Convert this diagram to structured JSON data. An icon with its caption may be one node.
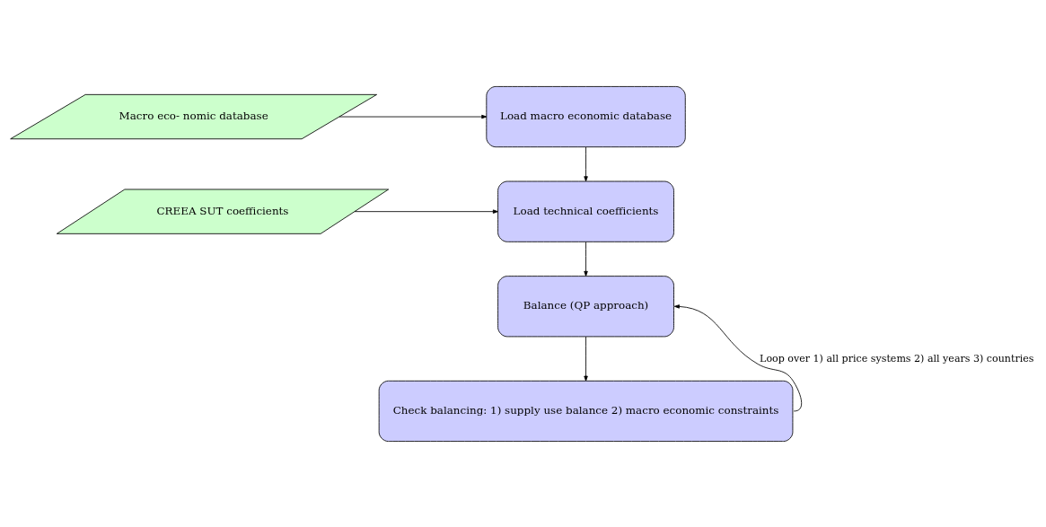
{
  "diagram": {
    "nodes": [
      {
        "text": [
          "Macro eco- nomic database"
        ]
      },
      {
        "text": [
          "Load macro economic database"
        ]
      },
      {
        "text": [
          "CREEA SUT coefficients"
        ]
      },
      {
        "text": [
          "Load technical coefficients"
        ]
      },
      {
        "text": [
          "Balance (QP approach)"
        ]
      },
      {
        "text": [
          "Check balancing: 1) supply use balance 2) macro economic constraints"
        ]
      }
    ],
    "edges": [
      {
        "from": 0,
        "to": 1,
        "arrow": "to"
      },
      {
        "from": 1,
        "to": 3,
        "arrow": "to"
      },
      {
        "from": 2,
        "to": 3,
        "arrow": "to"
      },
      {
        "from": 3,
        "to": 4,
        "arrow": "to"
      },
      {
        "from": 4,
        "to": 5,
        "arrow": "to"
      },
      {
        "from": 5,
        "to": 4,
        "arrow": "to",
        "label": "Loop over 1) all price systems 2) all years 3) countries"
      }
    ]
  }
}
